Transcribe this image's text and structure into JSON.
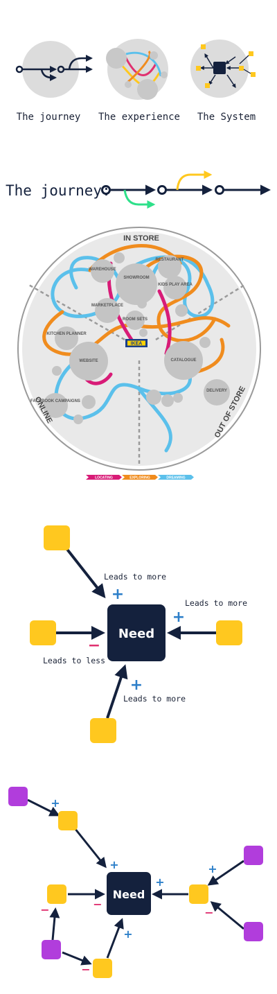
{
  "section1": {
    "captions": [
      "The journey",
      "The experience",
      "The System"
    ]
  },
  "section2": {
    "label": "The journey:"
  },
  "map": {
    "zones": {
      "top": "IN STORE",
      "left": "ONLINE",
      "right": "OUT OF STORE"
    },
    "brand": "IKEA",
    "nodes": {
      "showroom": "SHOWROOM",
      "warehouse": "WAREHOUSE",
      "restaurant": "RESTAURANT",
      "kids": "KIDS PLAY AREA",
      "marketplace": "MARKETPLACE",
      "roomsets": "ROOM SETS",
      "kitchen": "KITCHEN PLANNER",
      "website": "WEBSITE",
      "catalogue": "CATALOGUE",
      "facebook": "FACEBOOK CAMPAIGNS",
      "delivery": "DELIVERY"
    },
    "legend": [
      "LOCATING",
      "EXPLORING",
      "DREAMING"
    ],
    "colors": {
      "locating": "#d81b77",
      "exploring": "#f08c1e",
      "dreaming": "#5bc0eb"
    }
  },
  "diagram1": {
    "center": "Need",
    "labels": {
      "top": "Leads to more",
      "right": "Leads to more",
      "left": "Leads to less",
      "bottom": "Leads to more"
    },
    "signs": {
      "top": "+",
      "right": "+",
      "left": "−",
      "bottom": "+"
    }
  },
  "diagram2": {
    "center": "Need",
    "signs": {
      "plus": "+",
      "minus": "−"
    }
  },
  "colors": {
    "navy": "#14213d",
    "yellow": "#ffc81f",
    "purple": "#b13ddc",
    "blue": "#2d7fc9",
    "pink": "#e0306f",
    "grey": "#d9d9d9"
  }
}
